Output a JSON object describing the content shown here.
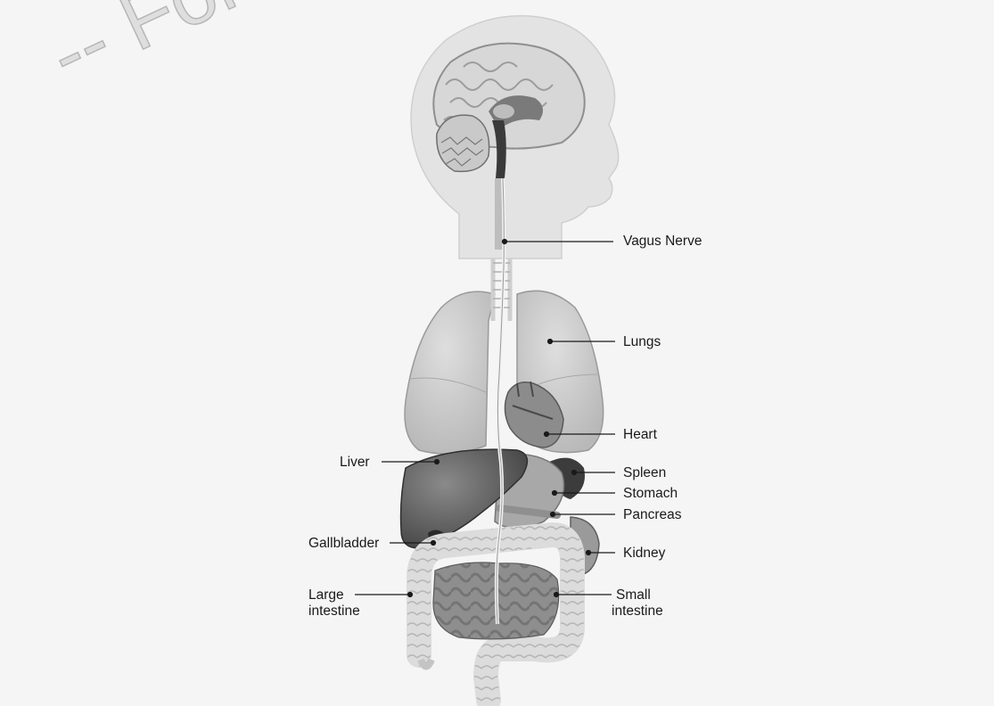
{
  "watermark": "-- For Promotional",
  "labels": {
    "vagus_nerve": "Vagus Nerve",
    "lungs": "Lungs",
    "heart": "Heart",
    "liver": "Liver",
    "spleen": "Spleen",
    "stomach": "Stomach",
    "pancreas": "Pancreas",
    "gallbladder": "Gallbladder",
    "kidney": "Kidney",
    "large_intestine_1": "Large",
    "large_intestine_2": "intestine",
    "small_intestine_1": "Small",
    "small_intestine_2": "intestine"
  }
}
